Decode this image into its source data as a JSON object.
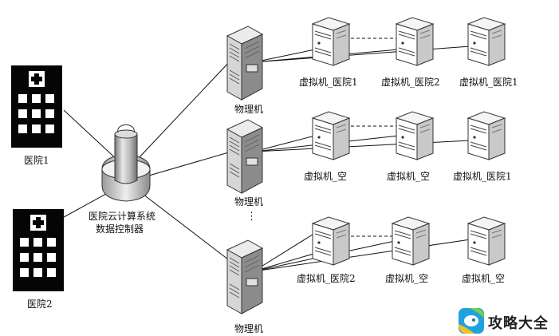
{
  "hospitals": [
    {
      "label": "医院1"
    },
    {
      "label": "医院2"
    }
  ],
  "controller": {
    "line1": "医院云计算系统",
    "line2": "数据控制器"
  },
  "physical_label": "物理机",
  "ellipsis": "⋮",
  "rows": [
    {
      "vms": [
        "虚拟机_医院1",
        "虚拟机_医院2",
        "虚拟机_医院1"
      ]
    },
    {
      "vms": [
        "虚拟机_空",
        "虚拟机_空",
        "虚拟机_医院1"
      ]
    },
    {
      "vms": [
        "虚拟机_医院2",
        "虚拟机_空",
        "虚拟机_空"
      ]
    }
  ],
  "watermark": {
    "text": "攻略大全"
  }
}
